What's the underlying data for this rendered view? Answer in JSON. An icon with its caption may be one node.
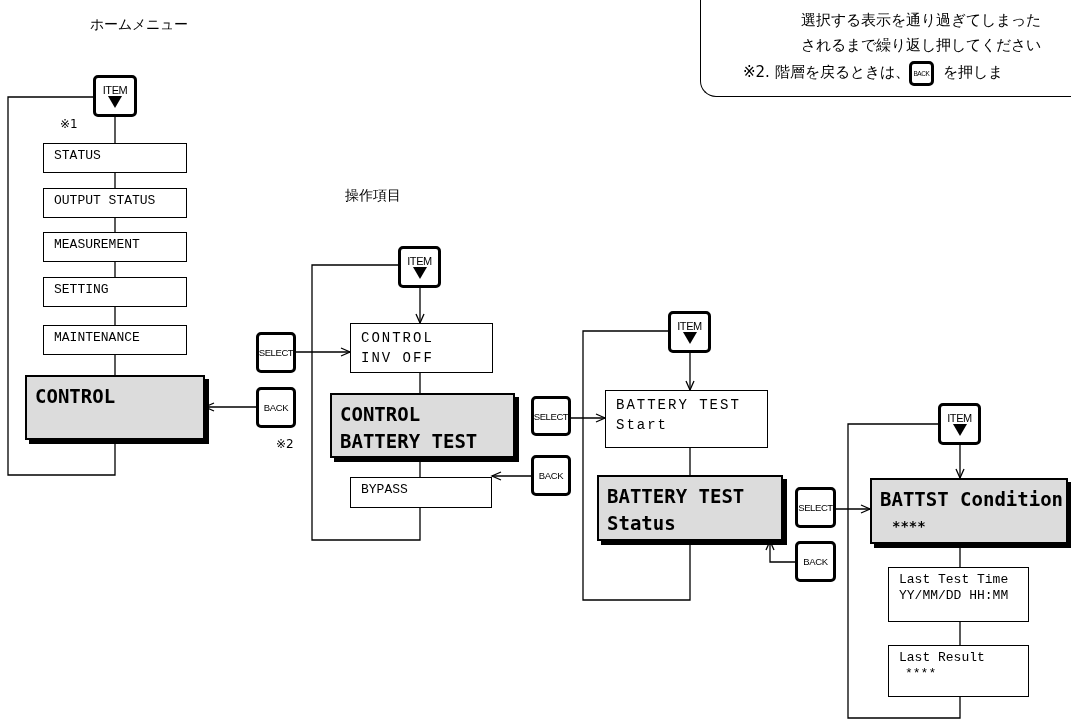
{
  "diagram": {
    "nodes": [
      {
        "text": [
          "選択する表示を通り過ぎてしまった",
          "されるまで繰り返し押してください",
          "※2. 階層を戻るときは、",
          "を押しま"
        ]
      },
      {
        "text": [
          "BACK"
        ],
        "in": 0
      },
      {
        "text": [
          "ITEM"
        ]
      },
      {
        "text": [
          "STATUS"
        ]
      },
      {
        "text": [
          "OUTPUT STATUS"
        ]
      },
      {
        "text": [
          "MEASUREMENT"
        ]
      },
      {
        "text": [
          "SETTING"
        ]
      },
      {
        "text": [
          "MAINTENANCE"
        ]
      },
      {
        "text": [
          "CONTROL"
        ]
      },
      {
        "text": [
          "SELECT"
        ]
      },
      {
        "text": [
          "BACK"
        ]
      },
      {
        "text": [
          "ITEM"
        ]
      },
      {
        "text": [
          "CONTROL",
          "INV OFF"
        ]
      },
      {
        "text": [
          "CONTROL",
          "BATTERY TEST"
        ]
      },
      {
        "text": [
          "BYPASS"
        ]
      },
      {
        "text": [
          "SELECT"
        ]
      },
      {
        "text": [
          "BACK"
        ]
      },
      {
        "text": [
          "ITEM"
        ]
      },
      {
        "text": [
          "BATTERY TEST",
          "Start"
        ]
      },
      {
        "text": [
          "BATTERY TEST",
          "Status"
        ]
      },
      {
        "text": [
          "SELECT"
        ]
      },
      {
        "text": [
          "BACK"
        ]
      },
      {
        "text": [
          "ITEM"
        ]
      },
      {
        "text": [
          "BATTST Condition",
          "****"
        ]
      },
      {
        "text": [
          "Last Test Time",
          "YY/MM/DD HH:MM"
        ]
      },
      {
        "text": [
          "Last Result",
          "****"
        ]
      }
    ],
    "edges": [
      {
        "from": 2,
        "to": 3,
        "arrow": "none"
      },
      {
        "from": 3,
        "to": 4,
        "arrow": "none"
      },
      {
        "from": 4,
        "to": 5,
        "arrow": "none"
      },
      {
        "from": 5,
        "to": 6,
        "arrow": "none"
      },
      {
        "from": 6,
        "to": 7,
        "arrow": "none"
      },
      {
        "from": 7,
        "to": 8,
        "arrow": "none"
      },
      {
        "from": 8,
        "to": 2,
        "arrow": "none"
      },
      {
        "from": 9,
        "to": 12,
        "arrow": "to"
      },
      {
        "from": 10,
        "to": 8,
        "arrow": "to"
      },
      {
        "from": 11,
        "to": 12,
        "arrow": "to"
      },
      {
        "from": 12,
        "to": 13,
        "arrow": "none"
      },
      {
        "from": 13,
        "to": 14,
        "arrow": "none"
      },
      {
        "from": 14,
        "to": 11,
        "arrow": "none"
      },
      {
        "from": 15,
        "to": 18,
        "arrow": "to"
      },
      {
        "from": 16,
        "to": 14,
        "arrow": "to"
      },
      {
        "from": 17,
        "to": 18,
        "arrow": "to"
      },
      {
        "from": 18,
        "to": 19,
        "arrow": "none"
      },
      {
        "from": 19,
        "to": 17,
        "arrow": "none"
      },
      {
        "from": 20,
        "to": 23,
        "arrow": "to"
      },
      {
        "from": 21,
        "to": 19,
        "arrow": "to"
      },
      {
        "from": 22,
        "to": 23,
        "arrow": "to"
      },
      {
        "from": 23,
        "to": 24,
        "arrow": "none"
      },
      {
        "from": 24,
        "to": 25,
        "arrow": "none"
      },
      {
        "from": 25,
        "to": 22,
        "arrow": "none"
      }
    ],
    "labels": [
      "ホームメニュー",
      "※1",
      "操作項目",
      "※2"
    ]
  }
}
